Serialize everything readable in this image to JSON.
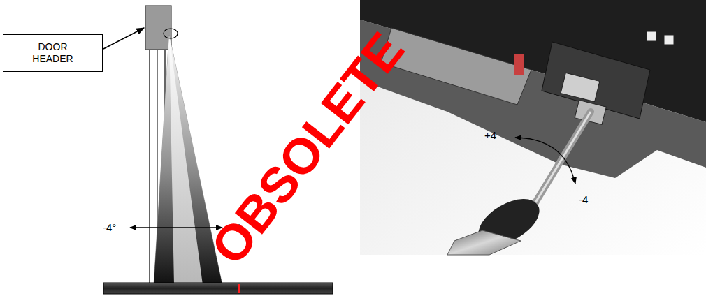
{
  "diagram": {
    "nodes": [
      {
        "text": [
          "DOOR HEADER"
        ]
      }
    ],
    "edges": [],
    "labels": [
      "-4°",
      "+4°",
      "+4",
      "-4",
      "OBSOLETE"
    ]
  }
}
